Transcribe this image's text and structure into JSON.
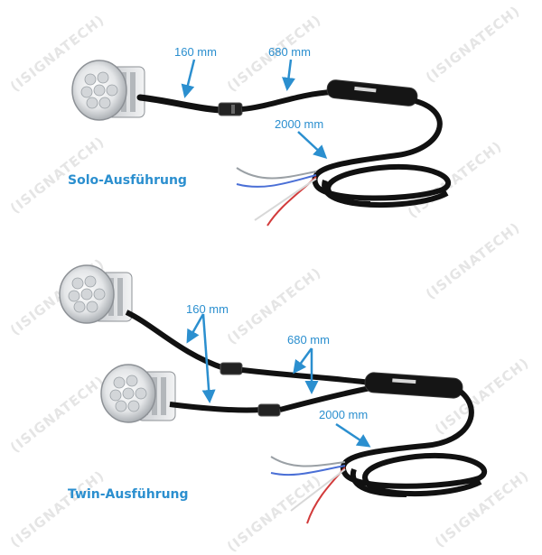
{
  "watermark": "(ISIGNATECH)",
  "solo": {
    "title": "Solo-Ausführung",
    "dim_short": "160 mm",
    "dim_mid": "680 mm",
    "dim_long": "2000 mm"
  },
  "twin": {
    "title": "Twin-Ausführung",
    "dim_short": "160 mm",
    "dim_mid": "680 mm",
    "dim_long": "2000 mm"
  },
  "colors": {
    "accent": "#2b8fcf",
    "cable": "#111111",
    "wire_red": "#d23b3b",
    "wire_blue": "#4a6fd6"
  }
}
